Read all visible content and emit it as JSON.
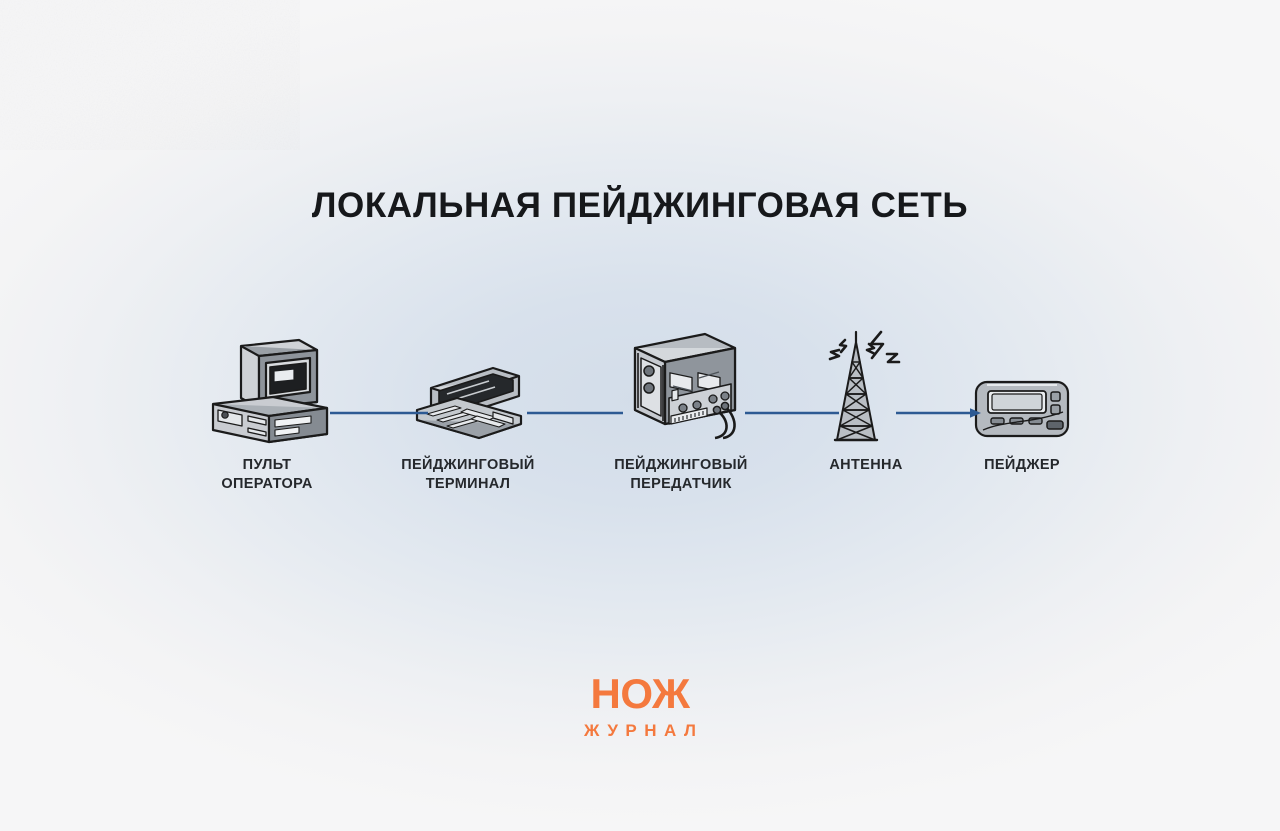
{
  "page": {
    "title": "ЛОКАЛЬНАЯ ПЕЙДЖИНГОВАЯ СЕТЬ",
    "background_center_color": "#d5dfea",
    "background_edge_color": "#f5f5f6",
    "text_color": "#25282c",
    "connector_color": "#2d5a93",
    "brand_color": "#f4793e"
  },
  "diagram": {
    "type": "flow",
    "direction": "left-to-right",
    "nodes": [
      {
        "id": "operator-console",
        "icon": "desktop-computer-icon",
        "label": "ПУЛЬТ\nОПЕРАТОРА"
      },
      {
        "id": "paging-terminal",
        "icon": "portable-terminal-icon",
        "label": "ПЕЙДЖИНГОВЫЙ\nТЕРМИНАЛ"
      },
      {
        "id": "paging-transmitter",
        "icon": "transmitter-unit-icon",
        "label": "ПЕЙДЖИНГОВЫЙ\nПЕРЕДАТЧИК"
      },
      {
        "id": "antenna",
        "icon": "antenna-tower-icon",
        "label": "АНТЕННА"
      },
      {
        "id": "pager",
        "icon": "pager-device-icon",
        "label": "ПЕЙДЖЕР"
      }
    ],
    "connectors": [
      {
        "id": "conn-0",
        "from": "operator-console",
        "to": "paging-terminal",
        "arrowhead": false
      },
      {
        "id": "conn-1",
        "from": "paging-terminal",
        "to": "paging-transmitter",
        "arrowhead": false
      },
      {
        "id": "conn-2",
        "from": "paging-transmitter",
        "to": "antenna",
        "arrowhead": false
      },
      {
        "id": "conn-3",
        "from": "antenna",
        "to": "pager",
        "arrowhead": true
      }
    ]
  },
  "logo": {
    "main": "НОЖ",
    "sub": "ЖУРНАЛ"
  }
}
